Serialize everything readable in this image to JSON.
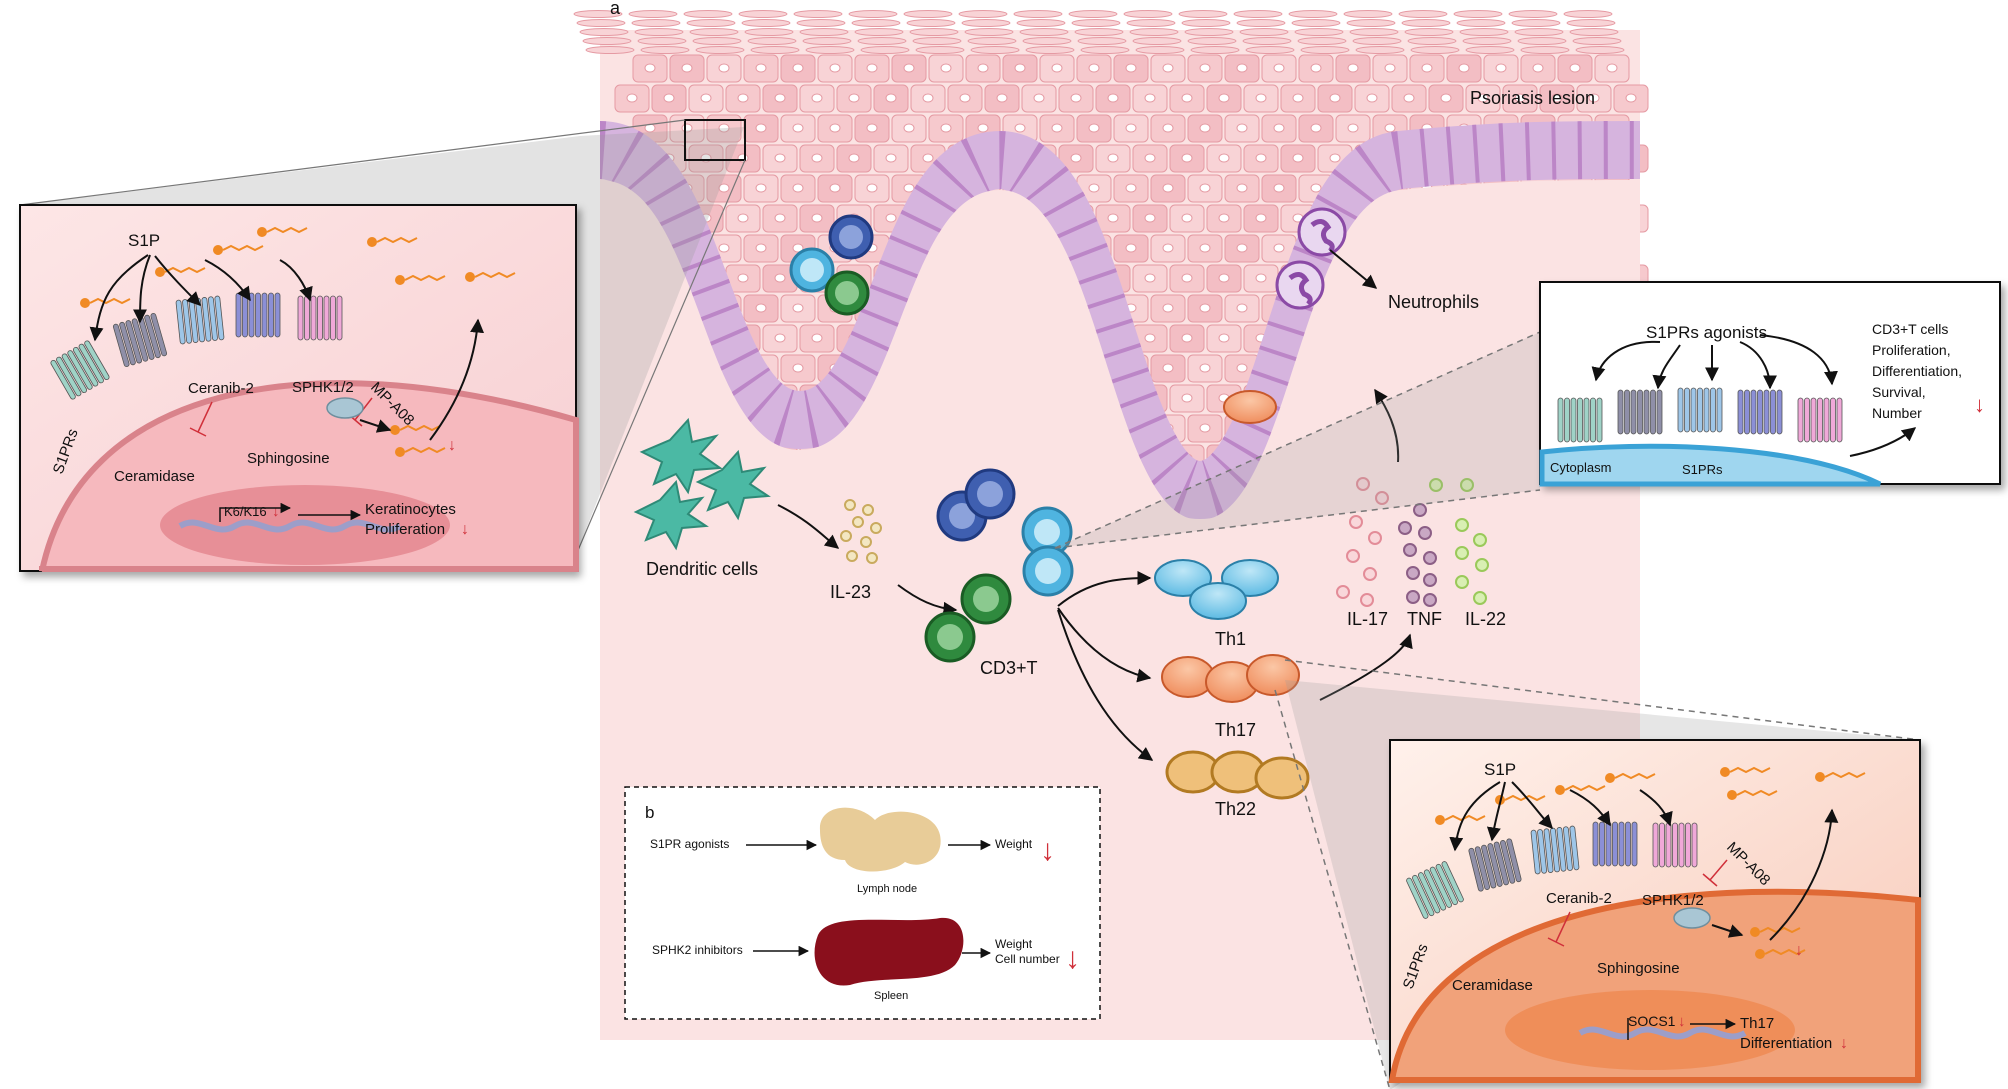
{
  "panel_a": {
    "letter": "a",
    "lesion_label": "Psoriasis lesion",
    "neutrophils_label": "Neutrophils",
    "dendritic_label": "Dendritic cells",
    "il23_label": "IL-23",
    "cd3_label": "CD3+T",
    "th1_label": "Th1",
    "th17_label": "Th17",
    "th22_label": "Th22",
    "il17_label": "IL-17",
    "tnf_label": "TNF",
    "il22_label": "IL-22"
  },
  "keratinocyte_inset": {
    "s1p_label": "S1P",
    "s1prs_label": "S1PRs",
    "ceranib_label": "Ceranib-2",
    "mp_label": "MP-A08",
    "sphk_label": "SPHK1/2",
    "sphingosine_label": "Sphingosine",
    "ceramidase_label": "Ceramidase",
    "gene_label": "K6/K16",
    "outcome_line1": "Keratinocytes",
    "outcome_line2": "Proliferation",
    "down_arrow": "↓"
  },
  "tcell_inset": {
    "agonists_label": "S1PRs agonists",
    "s1prs_label": "S1PRs",
    "cytoplasm_label": "Cytoplasm",
    "effects": [
      "CD3+T cells",
      "Proliferation,",
      "Differentiation,",
      "Survival,",
      "Number"
    ],
    "down_arrow": "↓"
  },
  "th17_inset": {
    "s1p_label": "S1P",
    "s1prs_label": "S1PRs",
    "ceranib_label": "Ceranib-2",
    "mp_label": "MP-A08",
    "sphk_label": "SPHK1/2",
    "sphingosine_label": "Sphingosine",
    "ceramidase_label": "Ceramidase",
    "gene_label": "SOCS1",
    "outcome_line1": "Th17",
    "outcome_line2": "Differentiation",
    "down_arrow": "↓"
  },
  "panel_b": {
    "letter": "b",
    "row1_input": "S1PR agonists",
    "row1_organ": "Lymph node",
    "row1_output": "Weight",
    "row2_input": "SPHK2 inhibitors",
    "row2_organ": "Spleen",
    "row2_output_line1": "Weight",
    "row2_output_line2": "Cell number",
    "down_arrow": "↓"
  },
  "colors": {
    "lesion_bg": "#fbe3e3",
    "keratinocyte": "#f6c9cd",
    "basal_cell": "#dcc0e2",
    "dendritic": "#4bb9a4",
    "th1": "#3aa2d6",
    "th17": "#ee8654",
    "th22": "#dba14a",
    "cd3_blue": "#3f5fb0",
    "cd3_green": "#2f8a3e",
    "neutrophil": "#8b4aa6",
    "inhibit_red": "#d0303a",
    "spleen": "#8a0f1c",
    "lymph_node": "#e8cc98"
  }
}
